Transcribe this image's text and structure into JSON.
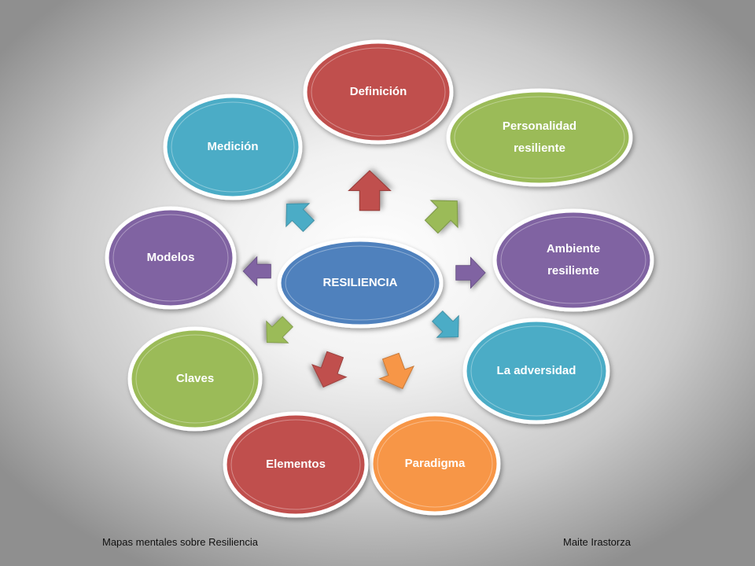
{
  "center": {
    "label": "RESILIENCIA",
    "color": "#4f81bd"
  },
  "nodes": [
    {
      "id": "definicion",
      "lines": [
        "Definición"
      ],
      "color": "#c0504d"
    },
    {
      "id": "personalidad-resiliente",
      "lines": [
        "Personalidad",
        "resiliente"
      ],
      "color": "#9bbb59"
    },
    {
      "id": "ambiente-resiliente",
      "lines": [
        "Ambiente",
        "resiliente"
      ],
      "color": "#8064a2"
    },
    {
      "id": "la-adversidad",
      "lines": [
        "La adversidad"
      ],
      "color": "#4bacc6"
    },
    {
      "id": "paradigma",
      "lines": [
        "Paradigma"
      ],
      "color": "#f79646"
    },
    {
      "id": "elementos",
      "lines": [
        "Elementos"
      ],
      "color": "#c0504d"
    },
    {
      "id": "claves",
      "lines": [
        "Claves"
      ],
      "color": "#9bbb59"
    },
    {
      "id": "modelos",
      "lines": [
        "Modelos"
      ],
      "color": "#8064a2"
    },
    {
      "id": "medicion",
      "lines": [
        "Medición"
      ],
      "color": "#4bacc6"
    }
  ],
  "footer": {
    "left": "Mapas mentales sobre Resiliencia",
    "right": "Maite Irastorza"
  }
}
